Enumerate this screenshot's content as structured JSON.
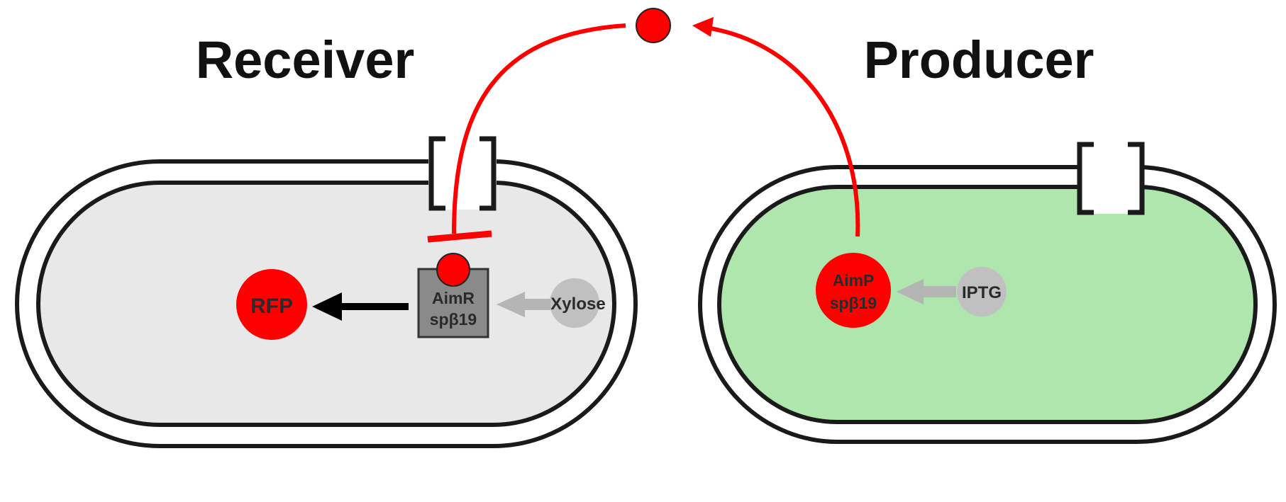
{
  "receiver": {
    "title": "Receiver",
    "reporter_label": "RFP",
    "receptor_label_line1": "AimR",
    "receptor_label_line2": "spβ19",
    "inducer_label": "Xylose"
  },
  "producer": {
    "title": "Producer",
    "peptide_label_line1": "AimP",
    "peptide_label_line2": "spβ19",
    "inducer_label": "IPTG"
  },
  "colors": {
    "signal_red": "#ff0000",
    "receiver_cytoplasm": "#e8e8e8",
    "producer_cytoplasm": "#aee6ae",
    "membrane": "#1a1a1a",
    "inducer_gray": "#c0c0c0",
    "receptor_gray": "#8a8a8a"
  }
}
